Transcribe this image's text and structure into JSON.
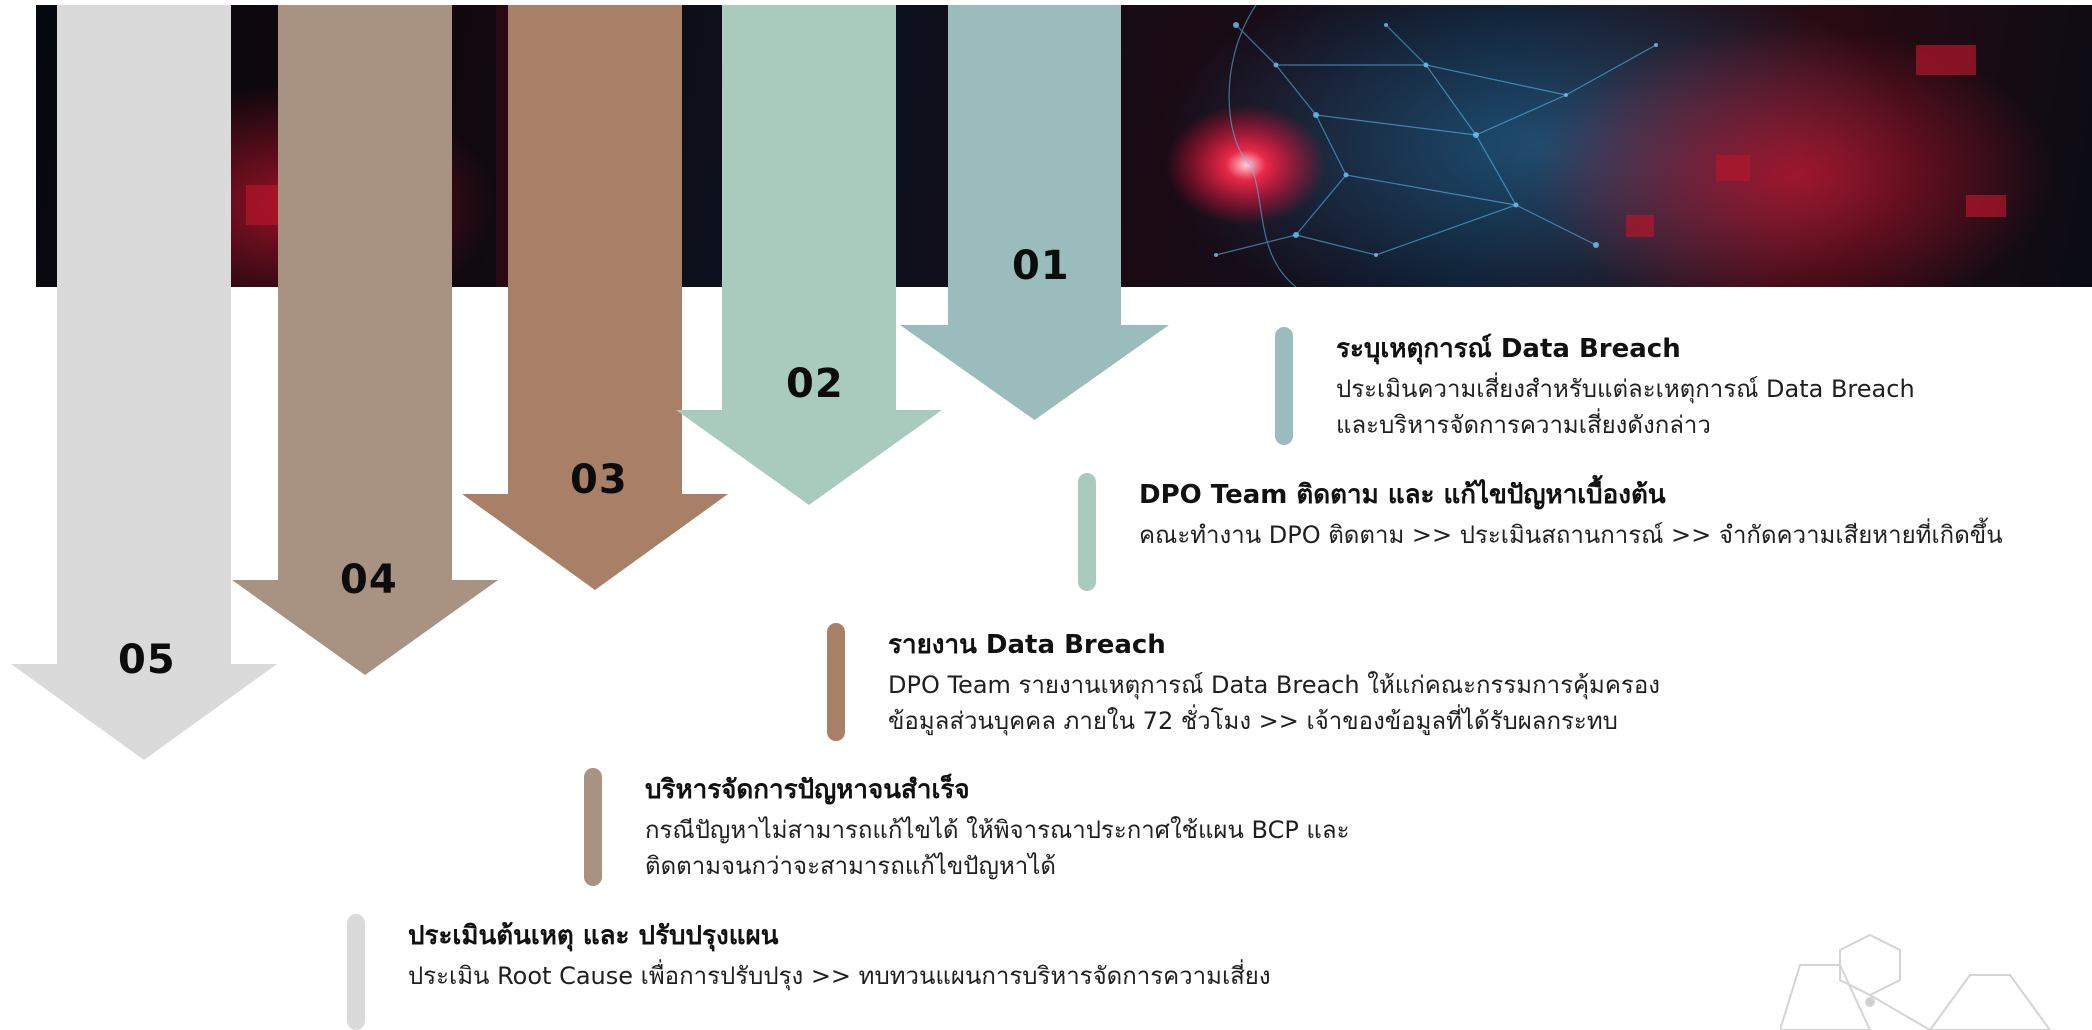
{
  "colors": {
    "step1": "#9bbcbc",
    "step2": "#a9cbbd",
    "step3": "#a88068",
    "step4": "#a89383",
    "step5": "#dadada"
  },
  "arrows": [
    {
      "num": "01",
      "color": "#9bbcbc"
    },
    {
      "num": "02",
      "color": "#a9cbbd"
    },
    {
      "num": "03",
      "color": "#a88068"
    },
    {
      "num": "04",
      "color": "#a89383"
    },
    {
      "num": "05",
      "color": "#dadada"
    }
  ],
  "steps": [
    {
      "title": "ระบุเหตุการณ์ Data Breach",
      "desc_lines": [
        "ประเมินความเสี่ยงสำหรับแต่ละเหตุการณ์ Data Breach",
        "และบริหารจัดการความเสี่ยงดังกล่าว"
      ]
    },
    {
      "title": "DPO Team ติดตาม และ แก้ไขปัญหาเบื้องต้น",
      "desc_lines": [
        "คณะทำงาน DPO ติดตาม >> ประเมินสถานการณ์ >> จำกัดความเสียหายที่เกิดขึ้น"
      ]
    },
    {
      "title": "รายงาน Data Breach",
      "desc_lines": [
        "DPO Team รายงานเหตุการณ์ Data Breach ให้แก่คณะกรรมการคุ้มครอง",
        "ข้อมูลส่วนบุคคล ภายใน 72 ชั่วโมง >> เจ้าของข้อมูลที่ได้รับผลกระทบ"
      ]
    },
    {
      "title": "บริหารจัดการปัญหาจนสำเร็จ",
      "desc_lines": [
        "กรณีปัญหาไม่สามารถแก้ไขได้ ให้พิจารณาประกาศใช้แผน BCP และ",
        "ติดตามจนกว่าจะสามารถแก้ไขปัญหาได้"
      ]
    },
    {
      "title": "ประเมินต้นเหตุ และ ปรับปรุงแผน",
      "desc_lines": [
        "ประเมิน Root Cause เพื่อการปรับปรุง >> ทบทวนแผนการบริหารจัดการความเสี่ยง"
      ]
    }
  ]
}
